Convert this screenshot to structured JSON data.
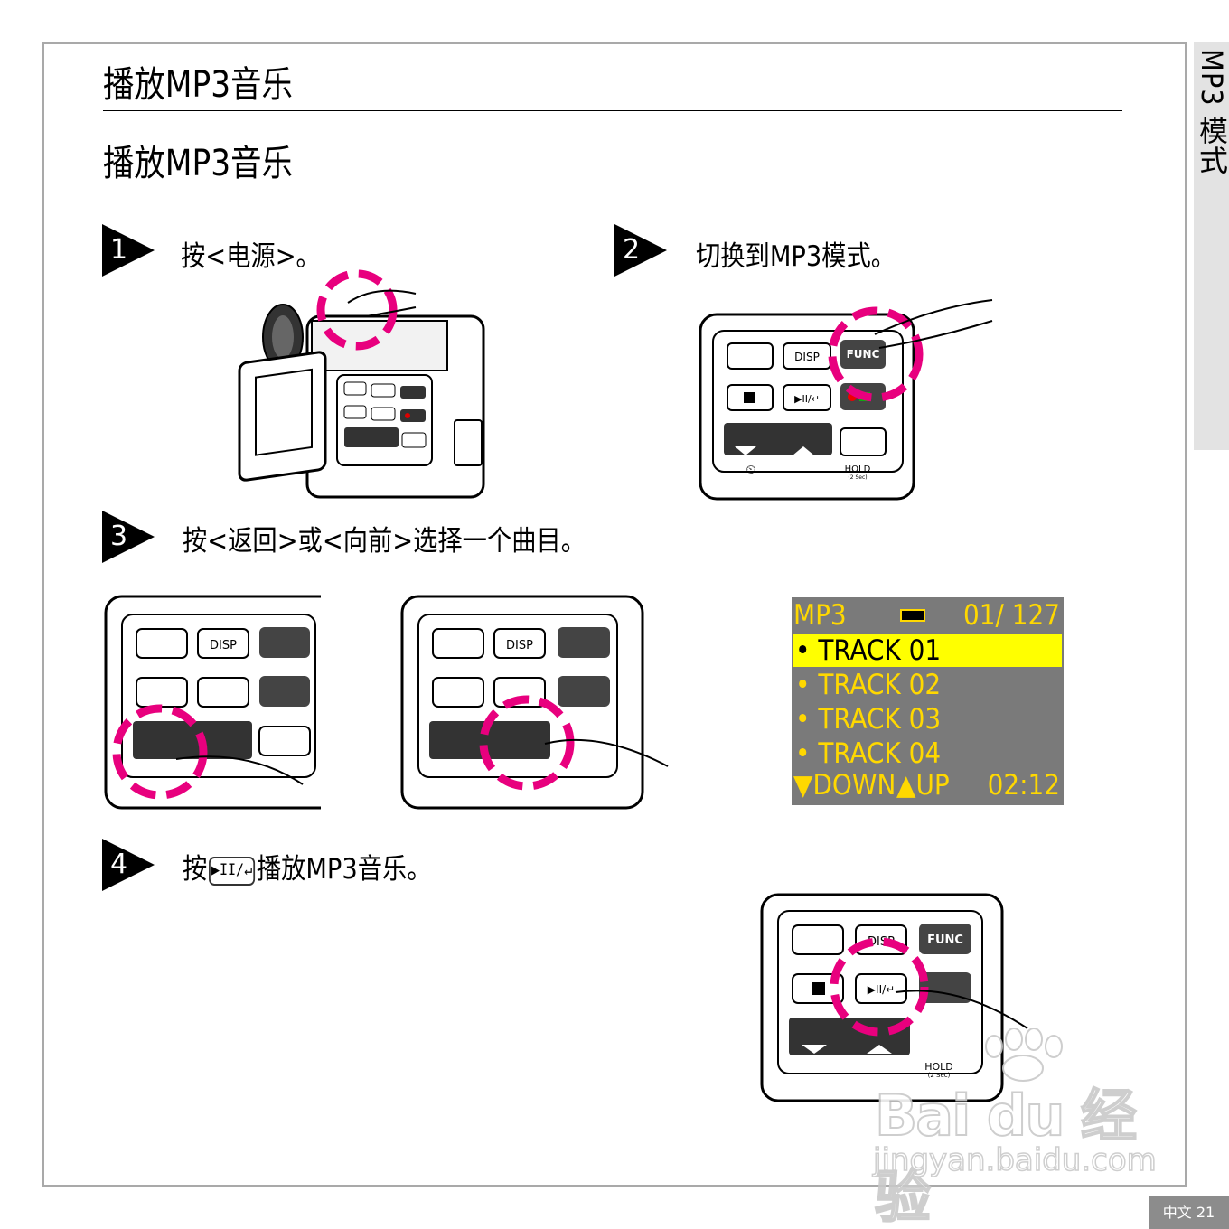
{
  "page": {
    "heading": "播放MP3音乐",
    "subheading": "播放MP3音乐",
    "side_tab": "MP3 模式",
    "footer": "中文 21"
  },
  "steps": [
    {
      "number": "1",
      "text": "按<电源>。"
    },
    {
      "number": "2",
      "text": "切换到MP3模式。"
    },
    {
      "number": "3",
      "text": "按<返回>或<向前>选择一个曲目。"
    },
    {
      "number": "4",
      "text_before": "按",
      "button_label": "▶II/↵",
      "text_after": "播放MP3音乐。"
    }
  ],
  "panel": {
    "disp": "DISP",
    "func": "FUNC",
    "play": "▶II/↵",
    "hold": "HOLD",
    "hold_sub": "(2 Sec)"
  },
  "lcd": {
    "mode": "MP3",
    "counter": "01/ 127",
    "tracks": [
      "TRACK 01",
      "TRACK 02",
      "TRACK 03",
      "TRACK 04"
    ],
    "down": "▼DOWN",
    "up": "▲UP",
    "time": "02:12"
  },
  "watermark": {
    "brand": "Bai du 经验",
    "url": "jingyan.baidu.com"
  },
  "colors": {
    "highlight_ring": "#e8007e",
    "lcd_bg": "#7a7a7a",
    "lcd_text": "#ffd800",
    "lcd_selected_bg": "#ffff00",
    "side_tab": "#e3e3e3"
  }
}
